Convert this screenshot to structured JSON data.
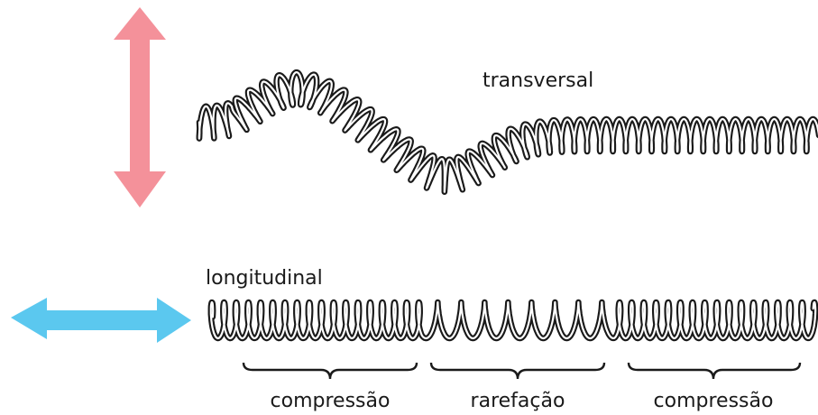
{
  "labels": {
    "transverse": "transversal",
    "longitudinal": "longitudinal",
    "compression_left": "compressão",
    "rarefaction": "rarefação",
    "compression_right": "compressão"
  },
  "colors": {
    "transverse_arrow": "#f4919a",
    "longitudinal_arrow": "#5bc8ef",
    "spring_dark": "#1a1a1a",
    "spring_light": "#ffffff"
  },
  "icons": {
    "transverse_arrow": "double-arrow-vertical-icon",
    "longitudinal_arrow": "double-arrow-horizontal-icon"
  }
}
